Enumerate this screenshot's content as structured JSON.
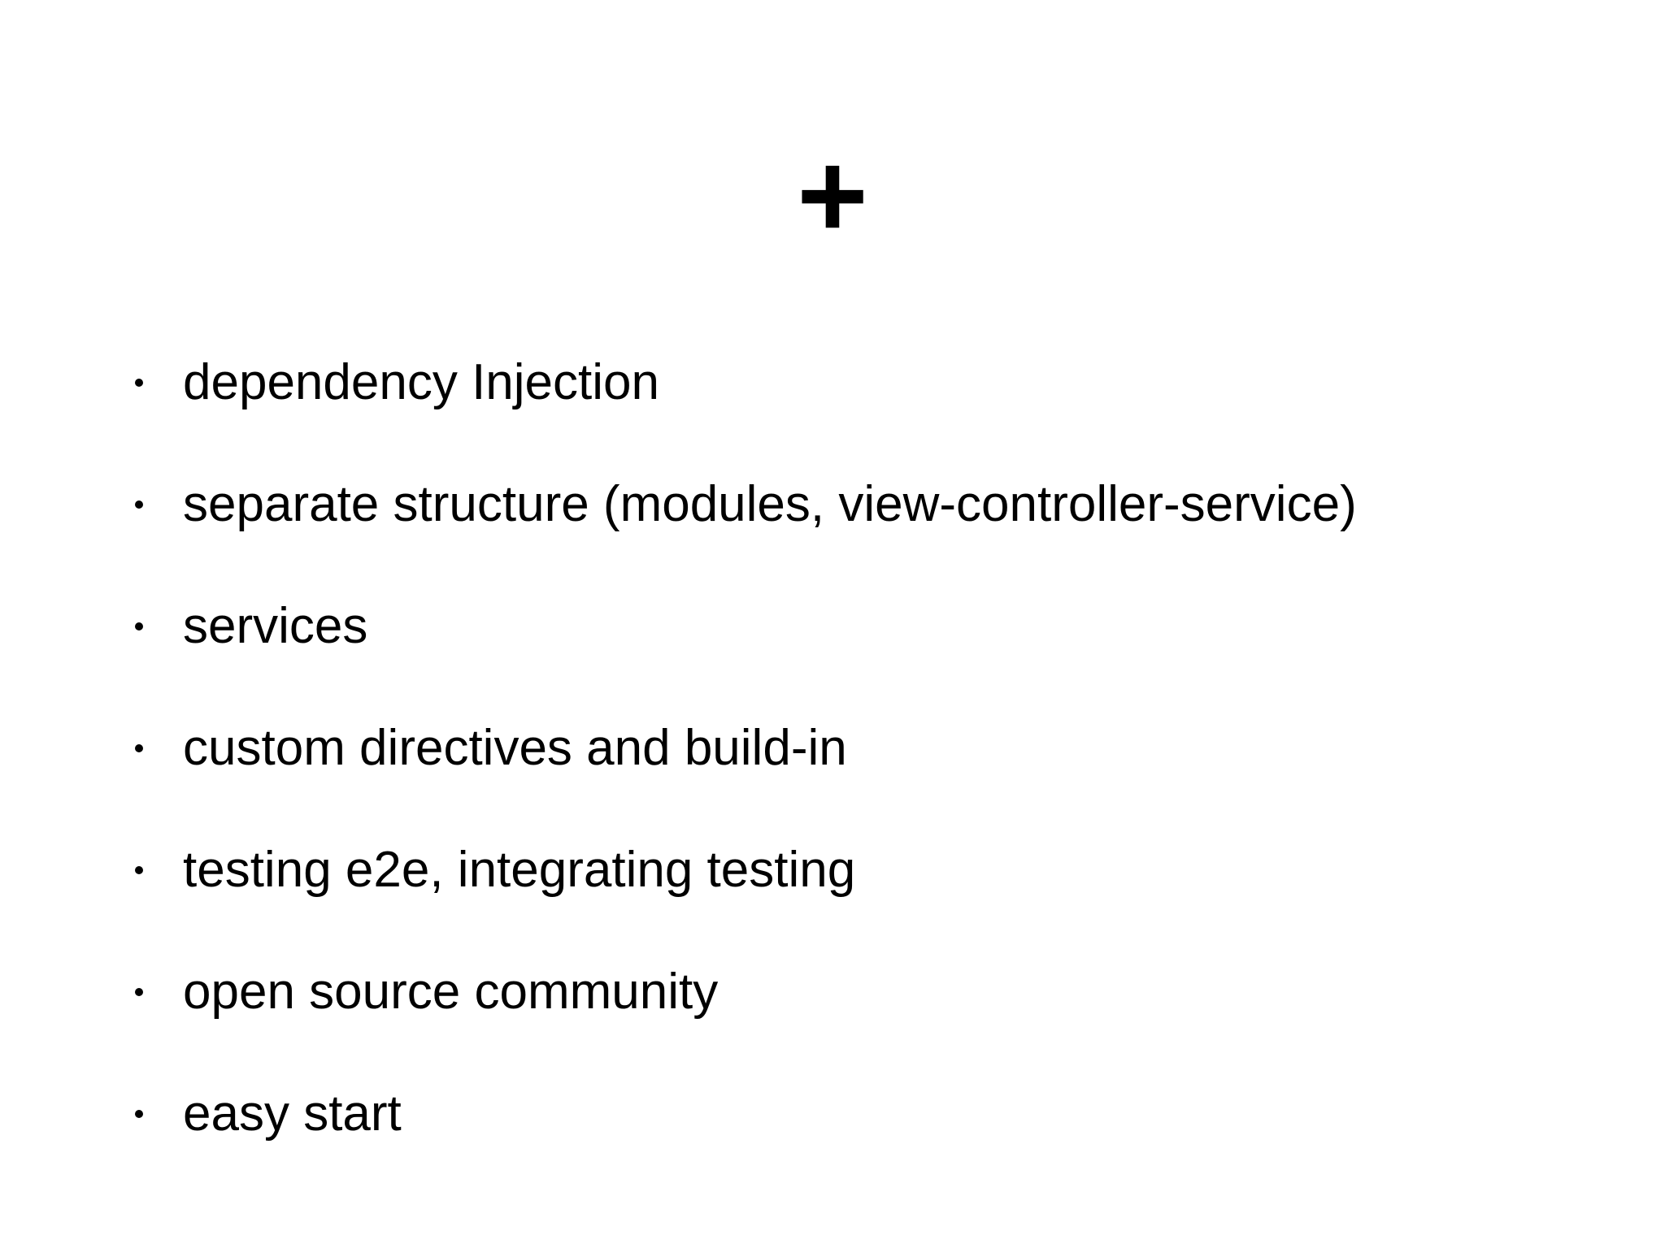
{
  "slide": {
    "title": "+",
    "bullets": [
      "dependency Injection",
      "separate structure (modules, view-controller-service)",
      "services",
      "custom directives and build-in",
      "testing e2e, integrating testing",
      "open source community",
      "easy start"
    ],
    "colors": {
      "background": "#ffffff",
      "text": "#000000"
    }
  }
}
